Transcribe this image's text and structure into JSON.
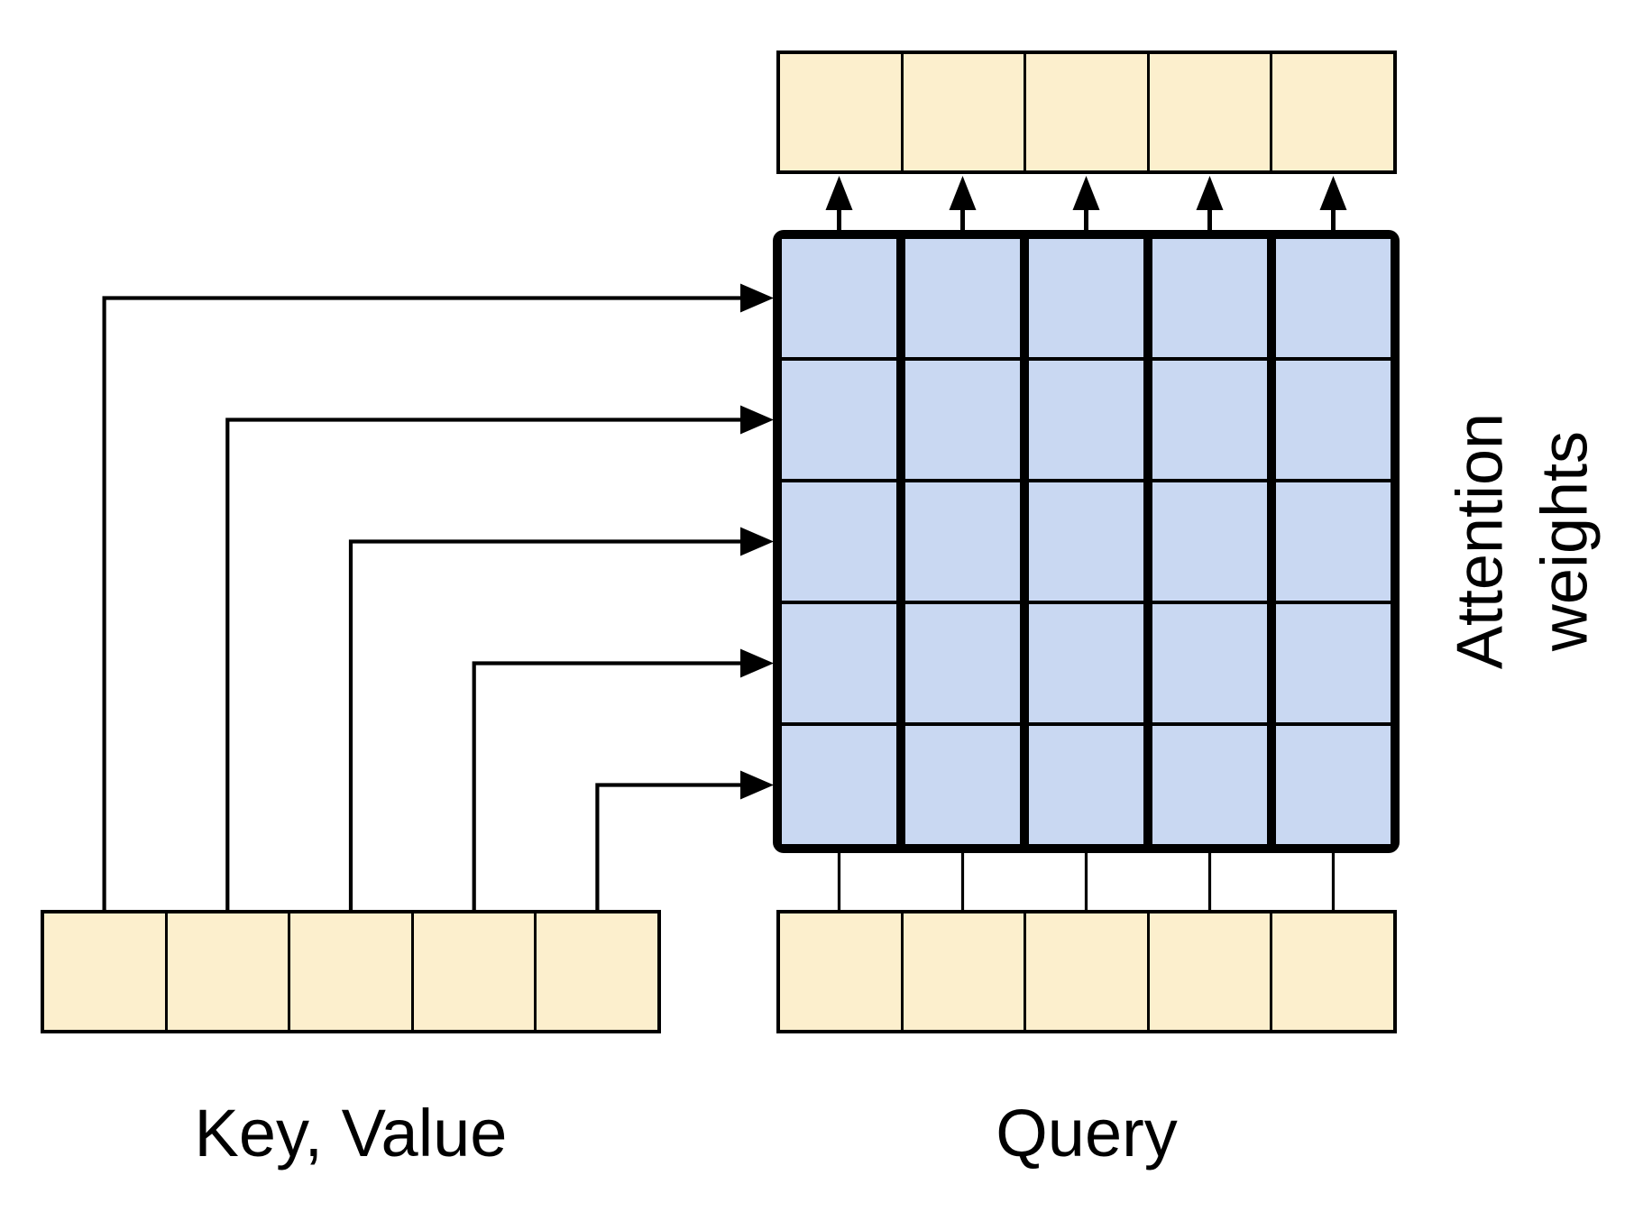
{
  "diagram": {
    "labels": {
      "key_value": "Key, Value",
      "query": "Query",
      "attention_weights_line1": "Attention",
      "attention_weights_line2": "weights"
    },
    "structure": {
      "grid_rows": 5,
      "grid_cols": 5,
      "key_value_cells": 5,
      "query_cells": 5,
      "output_cells": 5
    },
    "colors": {
      "io_cell_fill": "#FCEFCD",
      "matrix_cell_fill": "#C9D8F2",
      "line": "#000000",
      "background": "#FFFFFF"
    }
  }
}
